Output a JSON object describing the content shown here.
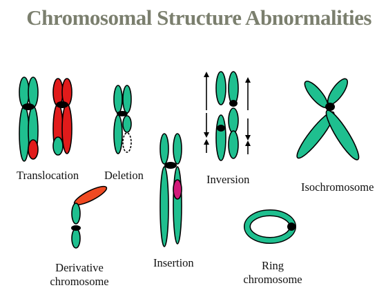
{
  "title": "Chromosomal Structure Abnormalities",
  "colors": {
    "title": "#7b7f6e",
    "chromatid": "#1fbf8f",
    "outline": "#000000",
    "translocated": "#e11b1b",
    "derivative_arm": "#f04a22",
    "insertion": "#d11a7a",
    "deleted_segment": "#ffffff"
  },
  "labels": {
    "translocation": "Translocation",
    "deletion": "Deletion",
    "inversion": "Inversion",
    "isochromosome": "Isochromosome",
    "derivative_line1": "Derivative",
    "derivative_line2": "chromosome",
    "insertion": "Insertion",
    "ring_line1": "Ring",
    "ring_line2": "chromosome"
  }
}
